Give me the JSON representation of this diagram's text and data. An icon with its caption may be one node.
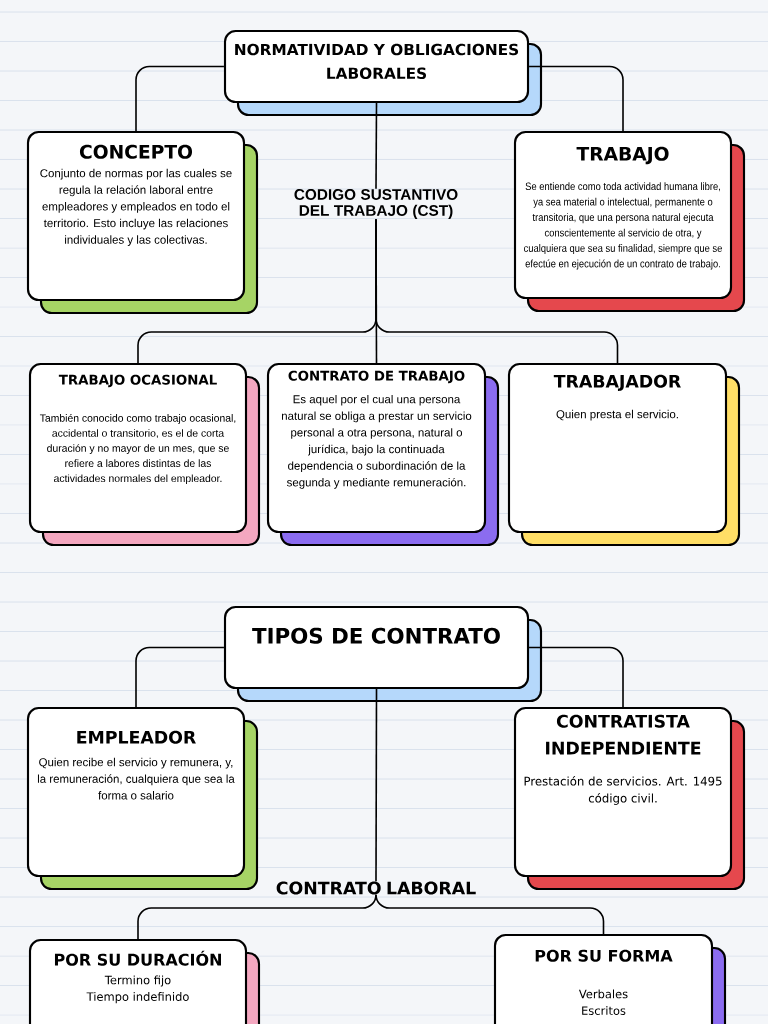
{
  "diagram": {
    "nodes": [
      {
        "text": [
          "NORMATIVIDAD Y OBLIGACIONES LABORALES"
        ]
      },
      {
        "text": [
          "CONCEPTO",
          "Conjunto de normas por las cuales se regula la relación laboral entre empleadores y empleados en todo el territorio. Esto incluye las relaciones individuales y las colectivas."
        ]
      },
      {
        "text": [
          "TRABAJO",
          "Se entiende como toda actividad humana libre, ya sea material o intelectual, permanente o transitoria, que una persona natural ejecuta conscientemente al servicio de otra, y cualquiera que sea su finalidad, siempre que se efectúe en ejecución de un contrato de trabajo."
        ]
      },
      {
        "text": [
          "CODIGO SUSTANTIVO DEL TRABAJO (CST)"
        ]
      },
      {
        "text": [
          "TRABAJO OCASIONAL",
          "También conocido como trabajo ocasional, accidental o transitorio, es el de corta duración y no mayor de un mes, que se refiere a labores distintas de las actividades normales del empleador."
        ]
      },
      {
        "text": [
          "CONTRATO DE TRABAJO",
          "Es aquel por el cual una persona natural se obliga a prestar un servicio personal a otra persona, natural o jurídica, bajo la continuada dependencia o subordinación de la segunda y mediante remuneración."
        ]
      },
      {
        "text": [
          "TRABAJADOR",
          "Quien presta el servicio."
        ]
      },
      {
        "text": [
          "TIPOS DE CONTRATO"
        ]
      },
      {
        "text": [
          "EMPLEADOR",
          "Quien recibe el servicio y remunera, y, la remuneración, cualquiera que sea la forma o salario"
        ]
      },
      {
        "text": [
          "CONTRATISTA INDEPENDIENTE",
          "Prestación de servicios. Art. 1495 código civil."
        ]
      },
      {
        "text": [
          "CONTRATO LABORAL"
        ]
      },
      {
        "text": [
          "POR SU DURACIÓN",
          "Termino fijo",
          "Tiempo indefinido"
        ]
      },
      {
        "text": [
          "POR SU FORMA",
          "Verbales",
          "Escritos"
        ]
      }
    ],
    "edges": [
      {
        "from": 0,
        "to": 1,
        "arrow": "none"
      },
      {
        "from": 0,
        "to": 2,
        "arrow": "none"
      },
      {
        "from": 0,
        "to": 3,
        "arrow": "none"
      },
      {
        "from": 3,
        "to": 4,
        "arrow": "none"
      },
      {
        "from": 3,
        "to": 5,
        "arrow": "none"
      },
      {
        "from": 3,
        "to": 6,
        "arrow": "none"
      },
      {
        "from": 7,
        "to": 8,
        "arrow": "none"
      },
      {
        "from": 7,
        "to": 9,
        "arrow": "none"
      },
      {
        "from": 7,
        "to": 10,
        "arrow": "none"
      },
      {
        "from": 10,
        "to": 11,
        "arrow": "none"
      },
      {
        "from": 10,
        "to": 12,
        "arrow": "none"
      }
    ]
  }
}
